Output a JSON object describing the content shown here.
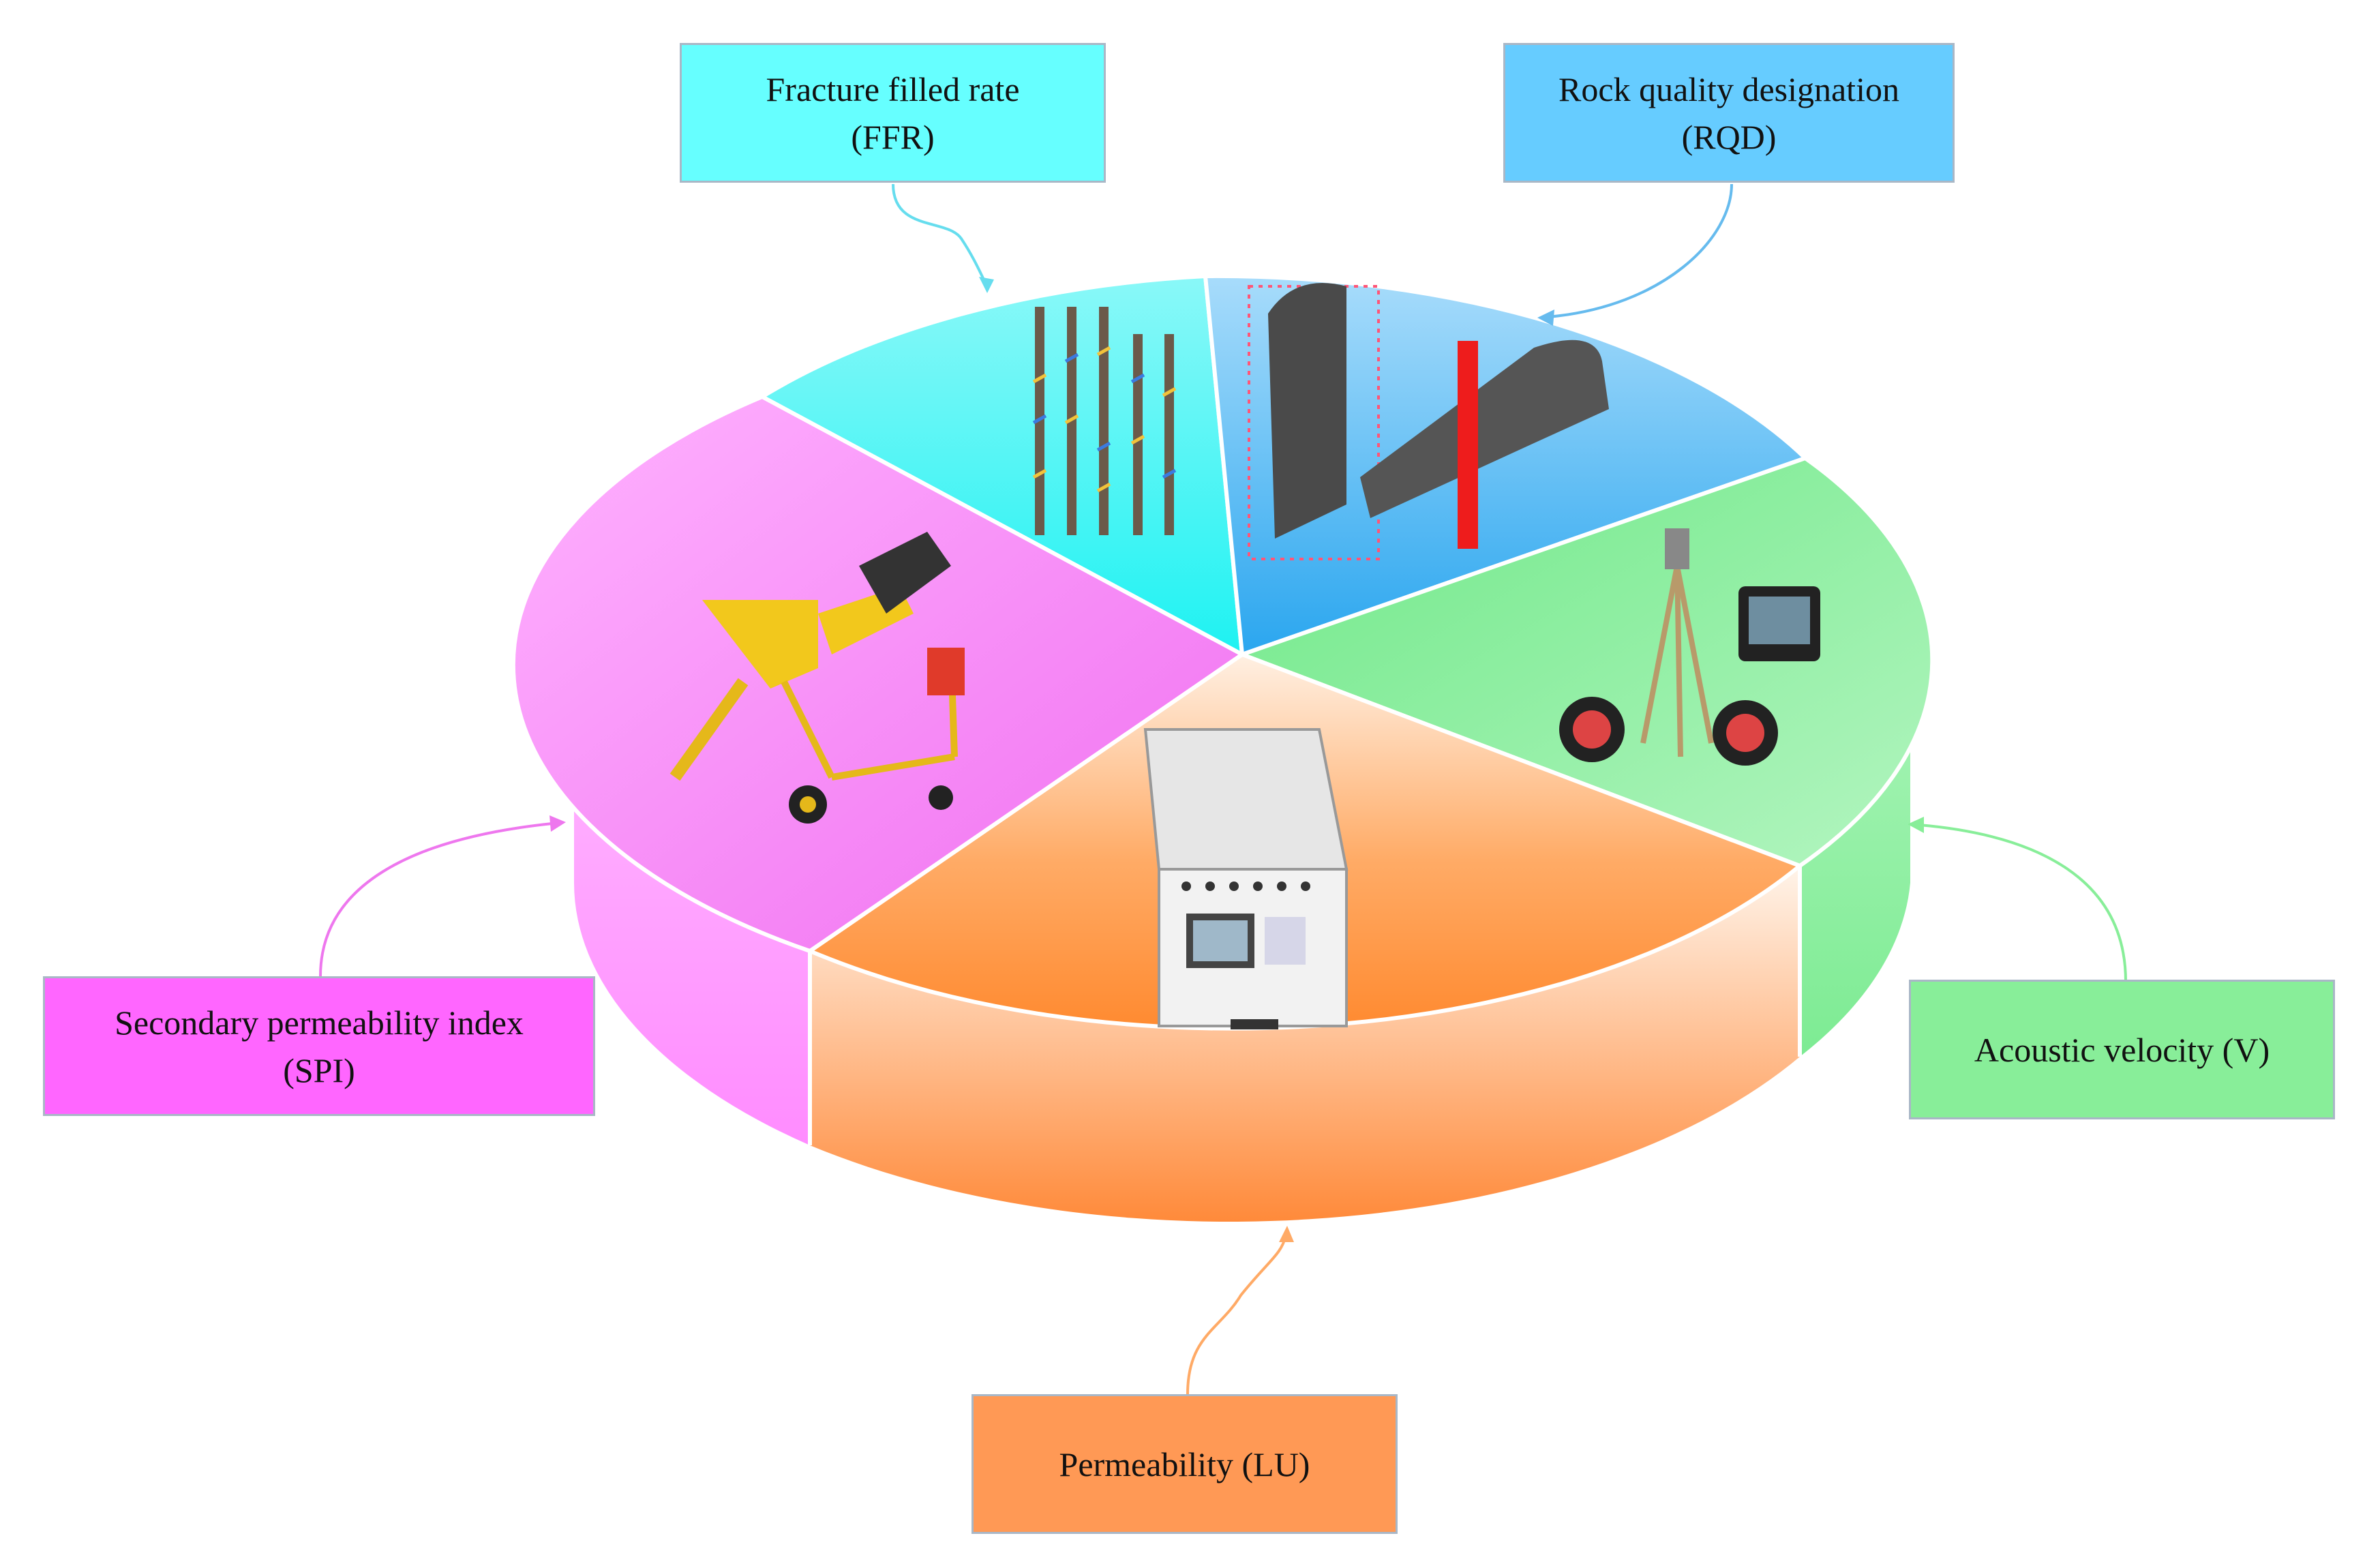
{
  "labels": {
    "ffr": {
      "line1": "Fracture filled rate",
      "line2": "(FFR)",
      "color": "#66ffff"
    },
    "rqd": {
      "line1": "Rock quality designation",
      "line2": "(RQD)",
      "color": "#66ccff"
    },
    "spi": {
      "line1": "Secondary permeability index",
      "line2": "(SPI)",
      "color": "#ff66ff"
    },
    "lu": {
      "line1": "Permeability (LU)",
      "color": "#ff9955"
    },
    "v": {
      "line1": "Acoustic velocity (V)",
      "color": "#88ee99"
    }
  },
  "segments": [
    {
      "key": "ffr",
      "equipment": "core-sample-rods-icon",
      "top_color": "#2ef5f5",
      "side_color": "#22d8d8"
    },
    {
      "key": "rqd",
      "equipment": "rock-block-3d-model-icon",
      "top_color": "#36aef5",
      "side_color": "#2a90d6"
    },
    {
      "key": "v",
      "equipment": "acoustic-wave-detector-icon",
      "top_color": "#8af09a",
      "side_color": "#9bf2ab"
    },
    {
      "key": "lu",
      "equipment": "permeability-tester-case-icon",
      "top_color": "#ff9a4d",
      "side_color": "#ffa561"
    },
    {
      "key": "spi",
      "equipment": "grouting-pump-machine-icon",
      "top_color": "#f77ff7",
      "side_color": "#ff9cff"
    }
  ]
}
